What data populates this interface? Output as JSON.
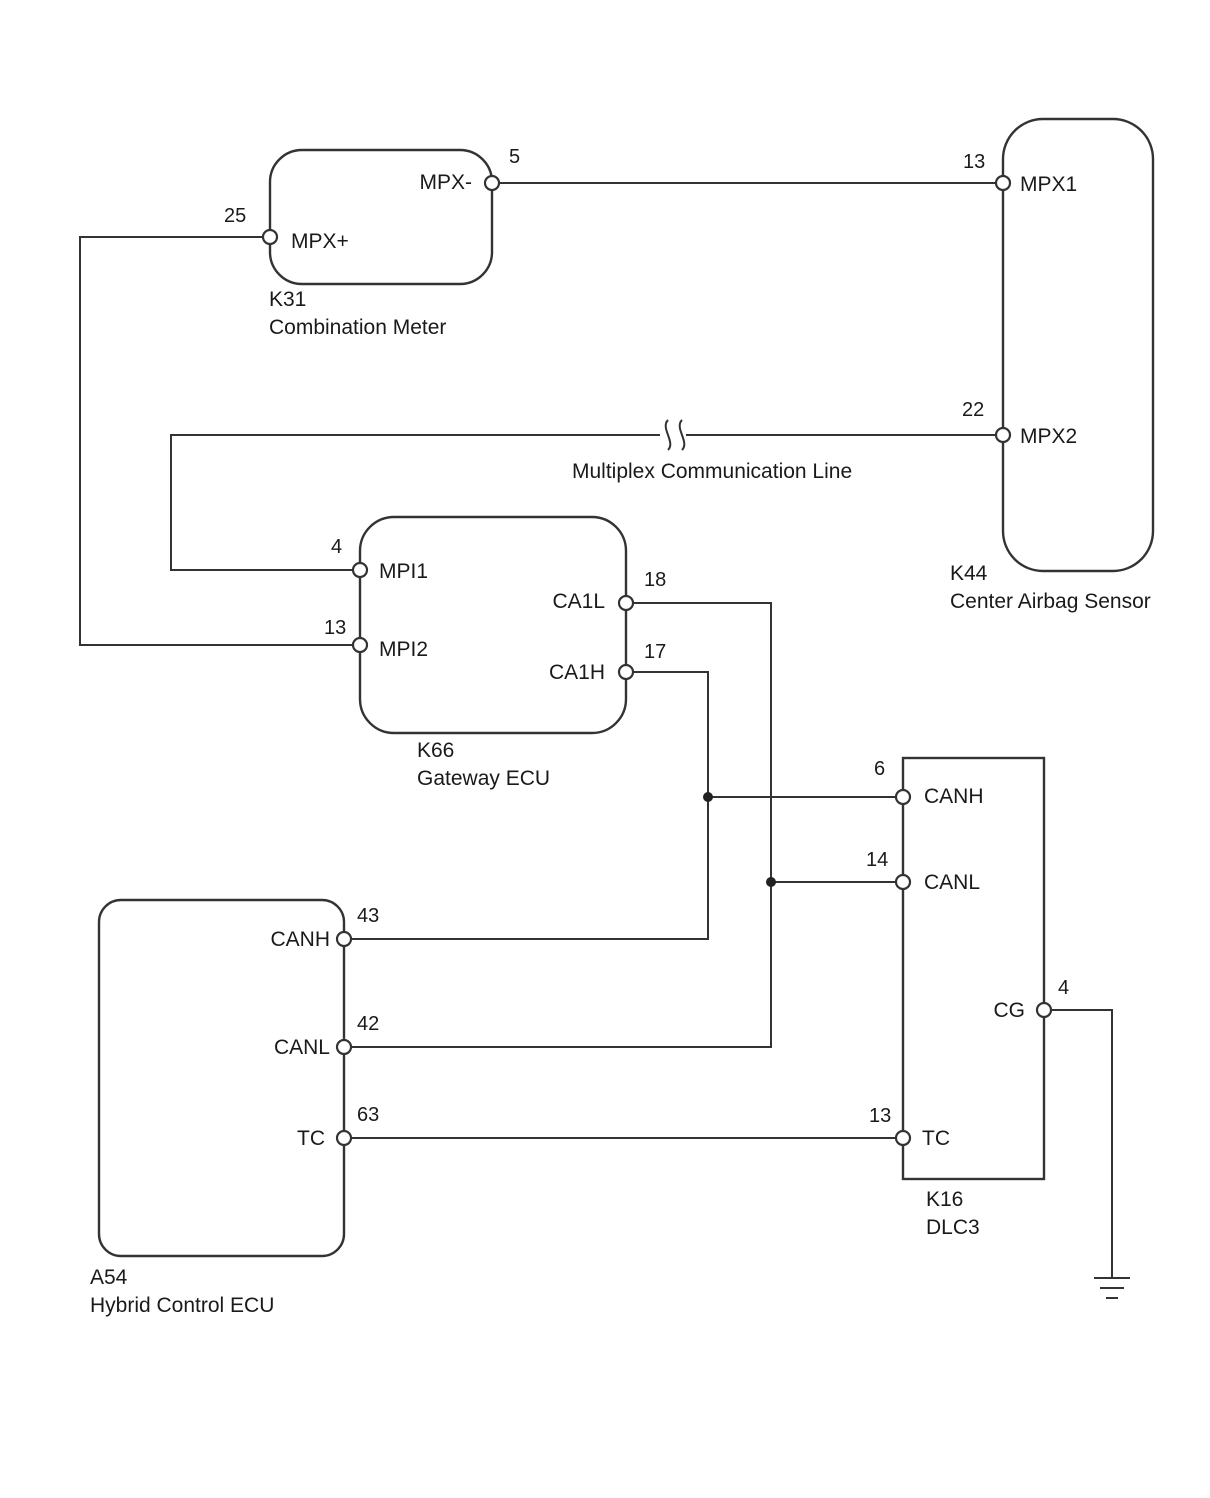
{
  "components": {
    "k31": {
      "code": "K31",
      "name": "Combination Meter",
      "pins": {
        "mpx_minus": {
          "label": "MPX-",
          "num": "5"
        },
        "mpx_plus": {
          "label": "MPX+",
          "num": "25"
        }
      }
    },
    "k44": {
      "code": "K44",
      "name": "Center Airbag Sensor",
      "pins": {
        "mpx1": {
          "label": "MPX1",
          "num": "13"
        },
        "mpx2": {
          "label": "MPX2",
          "num": "22"
        }
      }
    },
    "k66": {
      "code": "K66",
      "name": "Gateway ECU",
      "pins": {
        "mpi1": {
          "label": "MPI1",
          "num": "4"
        },
        "mpi2": {
          "label": "MPI2",
          "num": "13"
        },
        "ca1l": {
          "label": "CA1L",
          "num": "18"
        },
        "ca1h": {
          "label": "CA1H",
          "num": "17"
        }
      }
    },
    "a54": {
      "code": "A54",
      "name": "Hybrid Control ECU",
      "pins": {
        "canh": {
          "label": "CANH",
          "num": "43"
        },
        "canl": {
          "label": "CANL",
          "num": "42"
        },
        "tc": {
          "label": "TC",
          "num": "63"
        }
      }
    },
    "k16": {
      "code": "K16",
      "name": "DLC3",
      "pins": {
        "canh": {
          "label": "CANH",
          "num": "6"
        },
        "canl": {
          "label": "CANL",
          "num": "14"
        },
        "cg": {
          "label": "CG",
          "num": "4"
        },
        "tc": {
          "label": "TC",
          "num": "13"
        }
      }
    }
  },
  "wire_label": "Multiplex Communication Line"
}
